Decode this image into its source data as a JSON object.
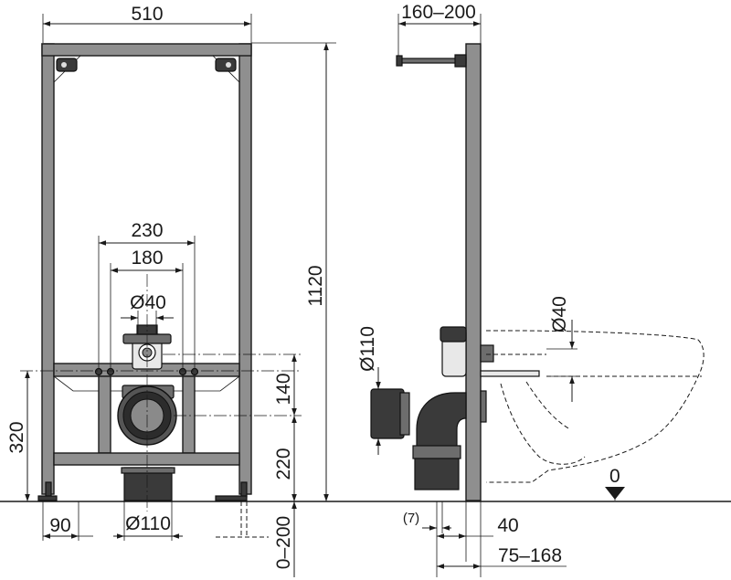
{
  "front_view": {
    "dims": {
      "width": "510",
      "height": "1120",
      "spacing_outer": "230",
      "spacing_inner": "180",
      "supply_diameter": "Ø40",
      "offset_upper": "140",
      "offset_lower": "220",
      "height_320": "320",
      "foot_90": "90",
      "drain_diameter": "Ø110",
      "leg_extension": "0–200"
    }
  },
  "side_view": {
    "dims": {
      "depth": "160–200",
      "drain_diameter": "Ø110",
      "supply_diameter": "Ø40",
      "gap": "(7)",
      "offset_40": "40",
      "range": "75–168",
      "zero": "0"
    }
  }
}
